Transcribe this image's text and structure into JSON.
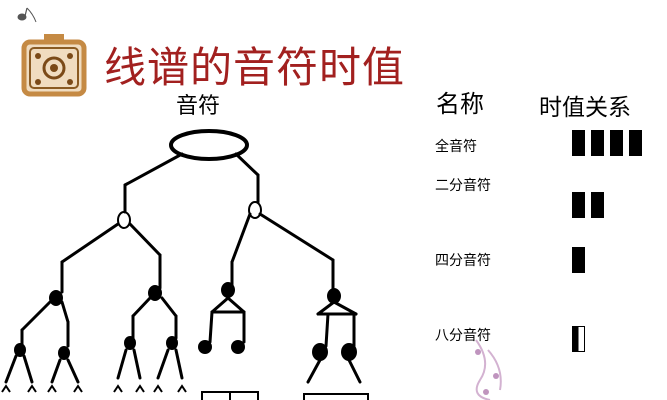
{
  "title": "线谱的音符时值",
  "tree_title": "音符",
  "table": {
    "name_header": "名称",
    "duration_header": "时值关系",
    "rows": [
      {
        "name": "全音符",
        "blocks": 4,
        "fill": "full"
      },
      {
        "name": "二分音符",
        "blocks": 2,
        "fill": "full"
      },
      {
        "name": "四分音符",
        "blocks": 1,
        "fill": "full"
      },
      {
        "name": "八分音符",
        "blocks": 1,
        "fill": "half"
      }
    ]
  },
  "colors": {
    "title": "#a2201f",
    "ink": "#000000",
    "logo_frame": "#c58a44",
    "logo_bg": "#f0dcc0"
  },
  "icons": [
    "music-box-logo-icon",
    "small-note-icon",
    "decorative-notes-icon"
  ]
}
